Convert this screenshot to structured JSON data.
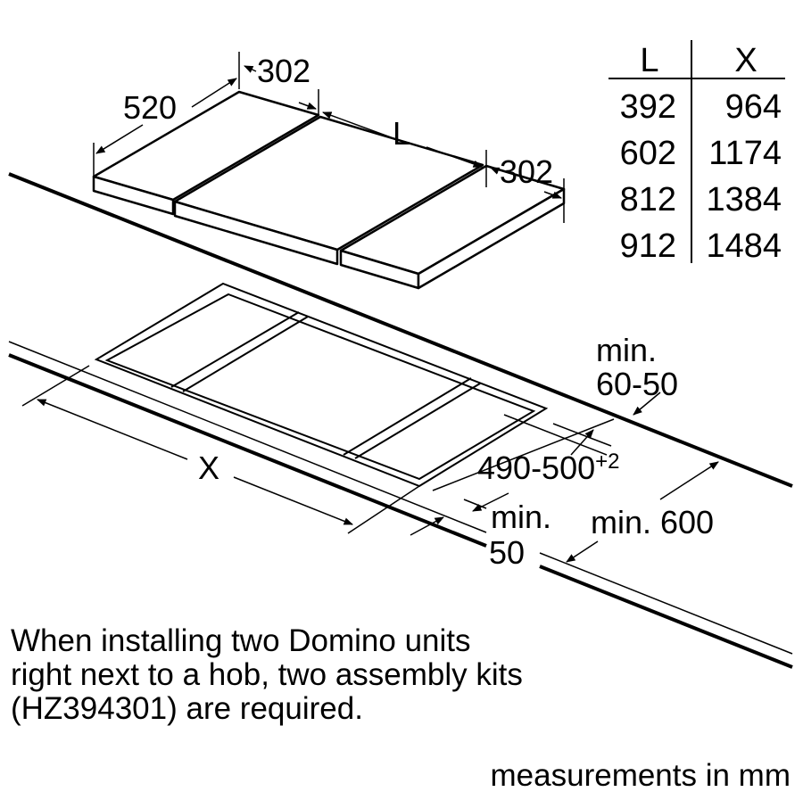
{
  "dimensions": {
    "depth": "520",
    "width_left": "302",
    "middle": "L",
    "width_right": "302",
    "cutout_width": "X",
    "cutout_depth": "490-500",
    "cutout_tolerance": "+2",
    "back_gap_line1": "min.",
    "back_gap_line2": "60-50",
    "front_gap_line1": "min.",
    "front_gap_line2": "50",
    "counter_depth": "min. 600"
  },
  "table": {
    "headers": [
      "L",
      "X"
    ],
    "rows": [
      [
        "392",
        "964"
      ],
      [
        "602",
        "1174"
      ],
      [
        "812",
        "1384"
      ],
      [
        "912",
        "1484"
      ]
    ]
  },
  "note": {
    "lines": [
      "When installing two Domino units",
      "right next to a hob, two assembly kits",
      "(HZ394301) are required."
    ]
  },
  "units": "measurements in mm"
}
